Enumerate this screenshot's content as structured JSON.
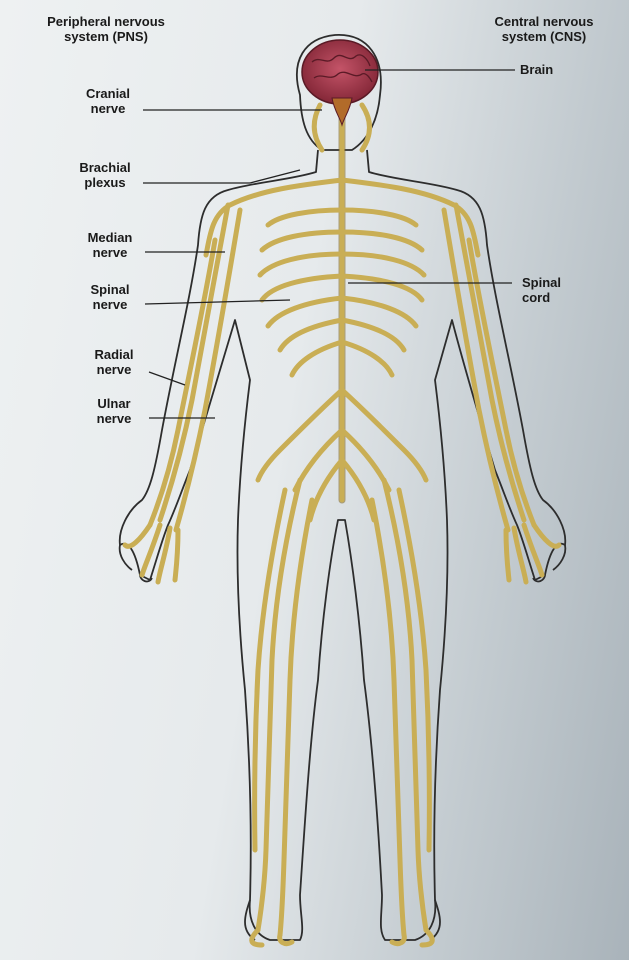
{
  "headers": {
    "pns": [
      "Peripheral nervous",
      "system (PNS)"
    ],
    "cns": [
      "Central nervous",
      "system (CNS)"
    ]
  },
  "labels": {
    "brain": [
      "Brain"
    ],
    "cranial_nerve": [
      "Cranial",
      "nerve"
    ],
    "brachial_plexus": [
      "Brachial",
      "plexus"
    ],
    "median_nerve": [
      "Median",
      "nerve"
    ],
    "spinal_nerve": [
      "Spinal",
      "nerve"
    ],
    "spinal_cord": [
      "Spinal",
      "cord"
    ],
    "radial_nerve": [
      "Radial",
      "nerve"
    ],
    "ulnar_nerve": [
      "Ulnar",
      "nerve"
    ]
  },
  "colors": {
    "nerve": "#c9ae55",
    "nerve_outline": "#7a6326",
    "brain": "#a3364b",
    "body_outline": "#2d2d2d"
  }
}
